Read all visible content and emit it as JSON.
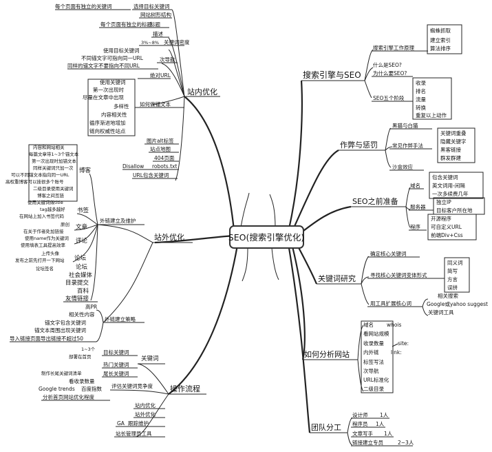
{
  "center": "SEO(搜索引擎优化)",
  "branches": {
    "site_internal": {
      "title": "站内优化",
      "items": [
        "每个页面有独立的关键词",
        "选择目标关键词",
        "网站树形结构",
        "每个页面有独立的标题",
        "标题",
        "描述",
        "3%~8%",
        "关键词密度",
        "使用目标关键词",
        "不同锚文字可指向同一URL",
        "同样的锚文字不要指向不同URL",
        "次导航",
        "绝对URL",
        "使用关键词",
        "第一次出现时",
        "尽量在文章中出现",
        "多样性",
        "内容相关性",
        "循序渐进地增加",
        "链向权威性站点",
        "如何做锚文本",
        "图片alt标签",
        "站点地图",
        "404页面",
        "Disallow",
        "robots.txt",
        "URL包含关键词"
      ]
    },
    "site_external": {
      "title": "站外优化",
      "link_building": "外链建立及维护",
      "blog_title": "博客",
      "blog": [
        "内容和网站相关",
        "每篇文章带1~3个锚文本",
        "第一次出现时加锚文本",
        "同样关键词只加一次",
        "可以不同锚文本指向同一URL",
        "高权重博客可以挂很多个账号",
        "二级目录使用关键词",
        "博客之间互链"
      ],
      "bookmark_title": "书签",
      "bookmark": [
        "使用关键词做title",
        "tag越多越好",
        "在网站上加入书签代码"
      ],
      "article_title": "文章",
      "article": [
        "原创",
        "在关于作者处加链接"
      ],
      "comment_title": "评论",
      "comment": [
        "使用name作为关键词",
        "使用填表工具提高效率"
      ],
      "forum_title": "论坛",
      "forum": [
        "上传头像",
        "发布之前先打开一下网站",
        "论坛签名"
      ],
      "others": [
        "社会媒体",
        "目录提交",
        "百科",
        "友情链接"
      ],
      "strategy_title": "外链建立策略",
      "strategy": [
        "高PR",
        "相关性内容",
        "锚文字包含关键词",
        "锚文本周围出现关键词",
        "导入链接页面导出链接不超过50"
      ]
    },
    "workflow": {
      "title": "操作流程",
      "keyword_title": "关键词",
      "keyword": [
        "1~3个",
        "部署在首页",
        "目标关键词",
        "热门关键词",
        "制作长尾关键词清单",
        "尾长关键词"
      ],
      "compete_title": "评估关键词竞争度",
      "compete": [
        "看收录数量",
        "Google trends",
        "百度指数",
        "分析首页网站优化程度"
      ],
      "steps": [
        "站内优化",
        "站外优化",
        "GA",
        "跟踪维护",
        "站长管理员工具"
      ]
    },
    "search_engine": {
      "title": "搜索引擎与SEO",
      "items": [
        "搜索引擎工作原理",
        "蜘蛛抓取",
        "建立索引",
        "算法排序",
        "什么是SEO?",
        "为什么要SEO?",
        "SEO五个阶段",
        "收录",
        "排名",
        "流量",
        "转换",
        "重复以上动作"
      ]
    },
    "cheating": {
      "title": "作弊与惩罚",
      "items": [
        "黑猫与白猫",
        "常见作弊手法",
        "关键词重叠",
        "隐藏关键字",
        "黑客链接",
        "群发群建",
        "沙盒效应"
      ]
    },
    "preparation": {
      "title": "SEO之前准备",
      "items": [
        "域名",
        "包含关键词",
        "英文词用-间隔",
        "一次多续费几年",
        "服务器",
        "独立IP",
        "目标客户所在地",
        "程序",
        "开源程序",
        "可自定义URL",
        "前端Div+Css"
      ]
    },
    "keyword_research": {
      "title": "关键词研究",
      "items": [
        "确定核心关键词",
        "寻找核心关键词变体形式",
        "同义词",
        "简写",
        "方言",
        "误拼",
        "用工具扩展核心词",
        "相关搜索",
        "Google或yahoo suggest",
        "关键词工具"
      ]
    },
    "site_analysis": {
      "title": "如何分析网站",
      "items": [
        "域名",
        "whois",
        "看网站规模",
        "收录数量",
        "site:",
        "内外链",
        "link:",
        "标签写法",
        "次导航",
        "URL标准化",
        "二级目录"
      ]
    },
    "team": {
      "title": "团队分工",
      "roles": [
        "设计师",
        "程序员",
        "文章写手",
        "链接建立专员"
      ],
      "counts": [
        "1人",
        "1人",
        "1人",
        "2~3人"
      ]
    }
  }
}
